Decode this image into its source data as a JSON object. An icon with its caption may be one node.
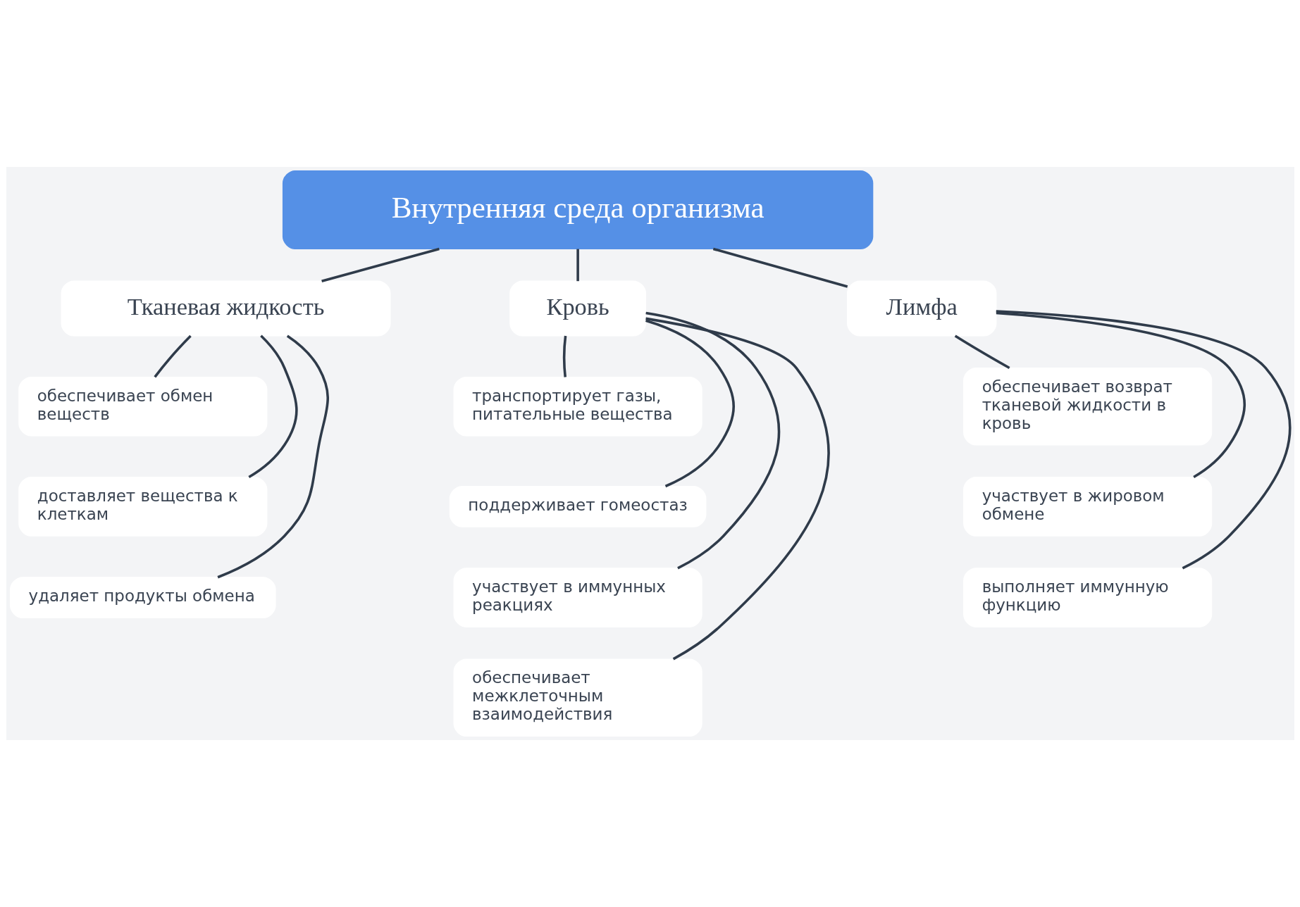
{
  "diagram": {
    "nodes": [
      {
        "text": [
          "Внутренняя среда организма"
        ]
      },
      {
        "text": [
          "Тканевая жидкость"
        ]
      },
      {
        "text": [
          "Кровь"
        ]
      },
      {
        "text": [
          "Лимфа"
        ]
      },
      {
        "text": [
          "обеспечивает обмен веществ"
        ]
      },
      {
        "text": [
          "доставляет вещества к клеткам"
        ]
      },
      {
        "text": [
          "удаляет продукты обмена"
        ]
      },
      {
        "text": [
          "транспортирует газы, питательные вещества"
        ]
      },
      {
        "text": [
          "поддерживает гомеостаз"
        ]
      },
      {
        "text": [
          "участвует в иммунных реакциях"
        ]
      },
      {
        "text": [
          "обеспечивает межклеточным взаимодействия"
        ]
      },
      {
        "text": [
          "обеспечивает возврат тканевой жидкости в кровь"
        ]
      },
      {
        "text": [
          "участвует в жировом обмене"
        ]
      },
      {
        "text": [
          "выполняет иммунную функцию"
        ]
      }
    ],
    "edges": [
      {
        "from": 0,
        "to": 1,
        "arrow": "none"
      },
      {
        "from": 0,
        "to": 2,
        "arrow": "none"
      },
      {
        "from": 0,
        "to": 3,
        "arrow": "none"
      },
      {
        "from": 1,
        "to": 4,
        "arrow": "none"
      },
      {
        "from": 1,
        "to": 5,
        "arrow": "none"
      },
      {
        "from": 1,
        "to": 6,
        "arrow": "none"
      },
      {
        "from": 2,
        "to": 7,
        "arrow": "none"
      },
      {
        "from": 2,
        "to": 8,
        "arrow": "none"
      },
      {
        "from": 2,
        "to": 9,
        "arrow": "none"
      },
      {
        "from": 2,
        "to": 10,
        "arrow": "none"
      },
      {
        "from": 3,
        "to": 11,
        "arrow": "none"
      },
      {
        "from": 3,
        "to": 12,
        "arrow": "none"
      },
      {
        "from": 3,
        "to": 13,
        "arrow": "none"
      }
    ]
  }
}
